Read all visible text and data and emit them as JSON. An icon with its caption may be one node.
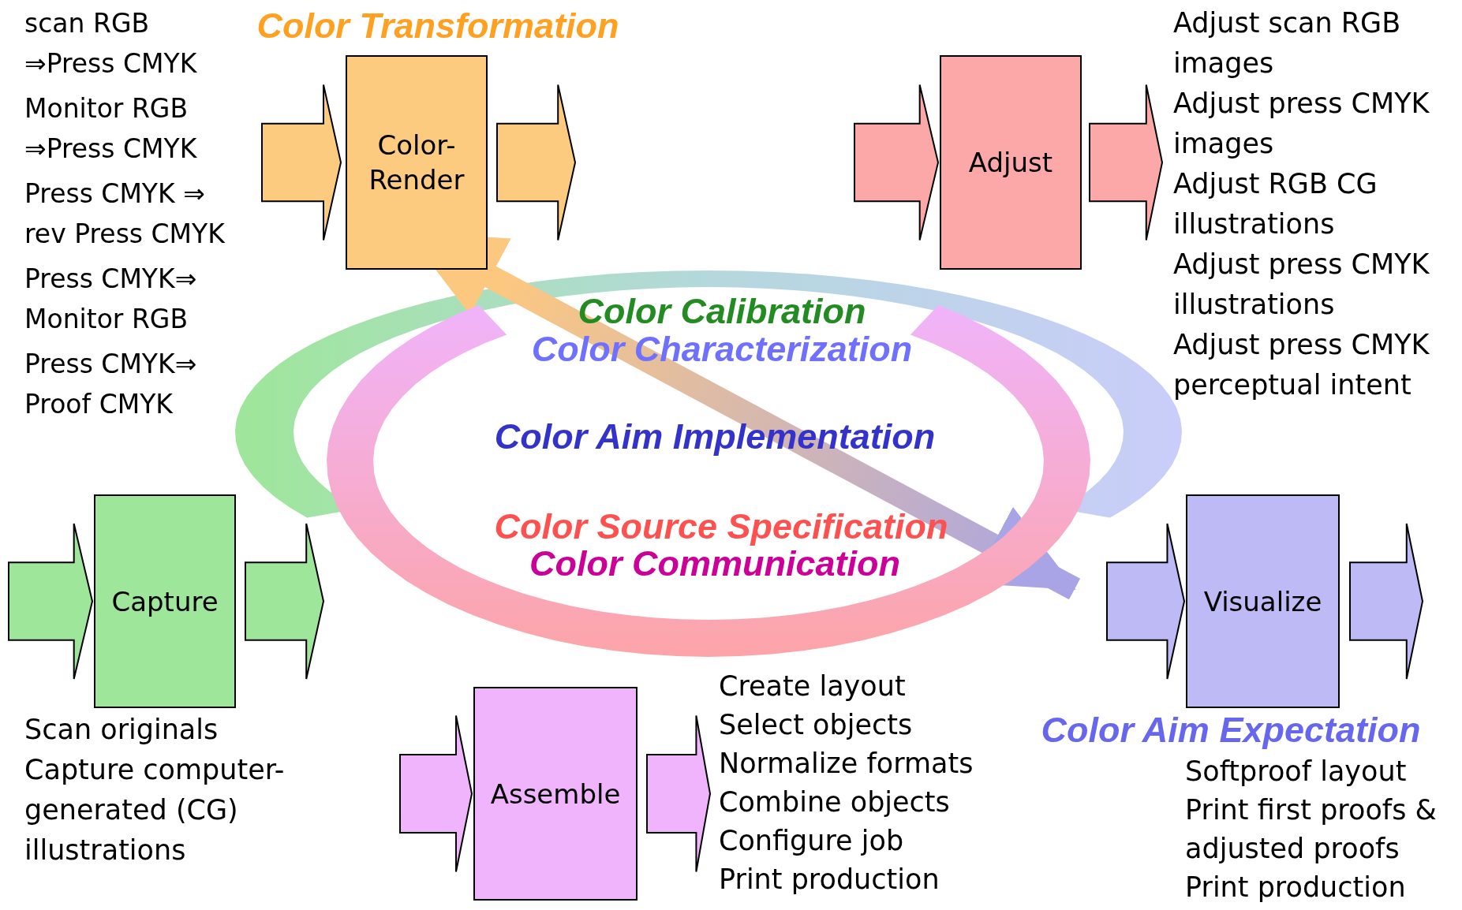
{
  "diagram": {
    "nodes": [
      {
        "text": [
          "Color-Render"
        ],
        "beside": [
          "scan RGB ⇒Press CMYK",
          "Monitor RGB ⇒Press CMYK",
          "Press CMYK ⇒ rev Press CMYK",
          "Press CMYK⇒ Monitor RGB",
          "Press CMYK⇒ Proof CMYK"
        ]
      },
      {
        "text": [
          "Adjust"
        ]
      },
      {
        "text": [
          "Capture"
        ],
        "beside": [
          "Scan originals",
          "Capture computer-generated (CG) illustrations"
        ]
      },
      {
        "text": [
          "Visualize"
        ],
        "beside": [
          "Softproof layout",
          "Print first proofs & adjusted proofs",
          "Print production"
        ]
      },
      {
        "text": [
          "Assemble"
        ]
      }
    ],
    "edges": [
      {
        "from": null,
        "to": 0,
        "arrow": "to",
        "color": "#fccb80"
      },
      {
        "from": 0,
        "to": null,
        "arrow": "to",
        "color": "#fccb80"
      },
      {
        "from": null,
        "to": 1,
        "arrow": "to",
        "color": "#fca8a8"
      },
      {
        "from": 1,
        "to": null,
        "arrow": "to",
        "color": "#fca8a8"
      },
      {
        "from": null,
        "to": 2,
        "arrow": "to",
        "color": "#9ee69a"
      },
      {
        "from": 2,
        "to": null,
        "arrow": "to",
        "color": "#9ee69a"
      },
      {
        "from": null,
        "to": 3,
        "arrow": "to",
        "color": "#bdbaf5"
      },
      {
        "from": 3,
        "to": null,
        "arrow": "to",
        "color": "#bdbaf5"
      },
      {
        "from": null,
        "to": 4,
        "arrow": "to",
        "color": "#f0b4fc"
      },
      {
        "from": 4,
        "to": null,
        "arrow": "to",
        "color": "#f0b4fc"
      },
      {
        "from": 0,
        "to": null,
        "arrow": "both"
      }
    ],
    "labels": [
      "Color Transformation",
      "Adjust scan RGB images",
      "Adjust press CMYK images",
      "Adjust RGB CG illustrations",
      "Adjust press CMYK illustrations",
      "Adjust press CMYK perceptual intent",
      "Color Calibration",
      "Color Characterization",
      "Color Aim Implementation",
      "Color Source Specification",
      "Color Communication",
      "Create layout",
      "Select objects",
      "Normalize formats",
      "Combine objects",
      "Configure job",
      "Print production",
      "Color Aim Expectation"
    ]
  }
}
